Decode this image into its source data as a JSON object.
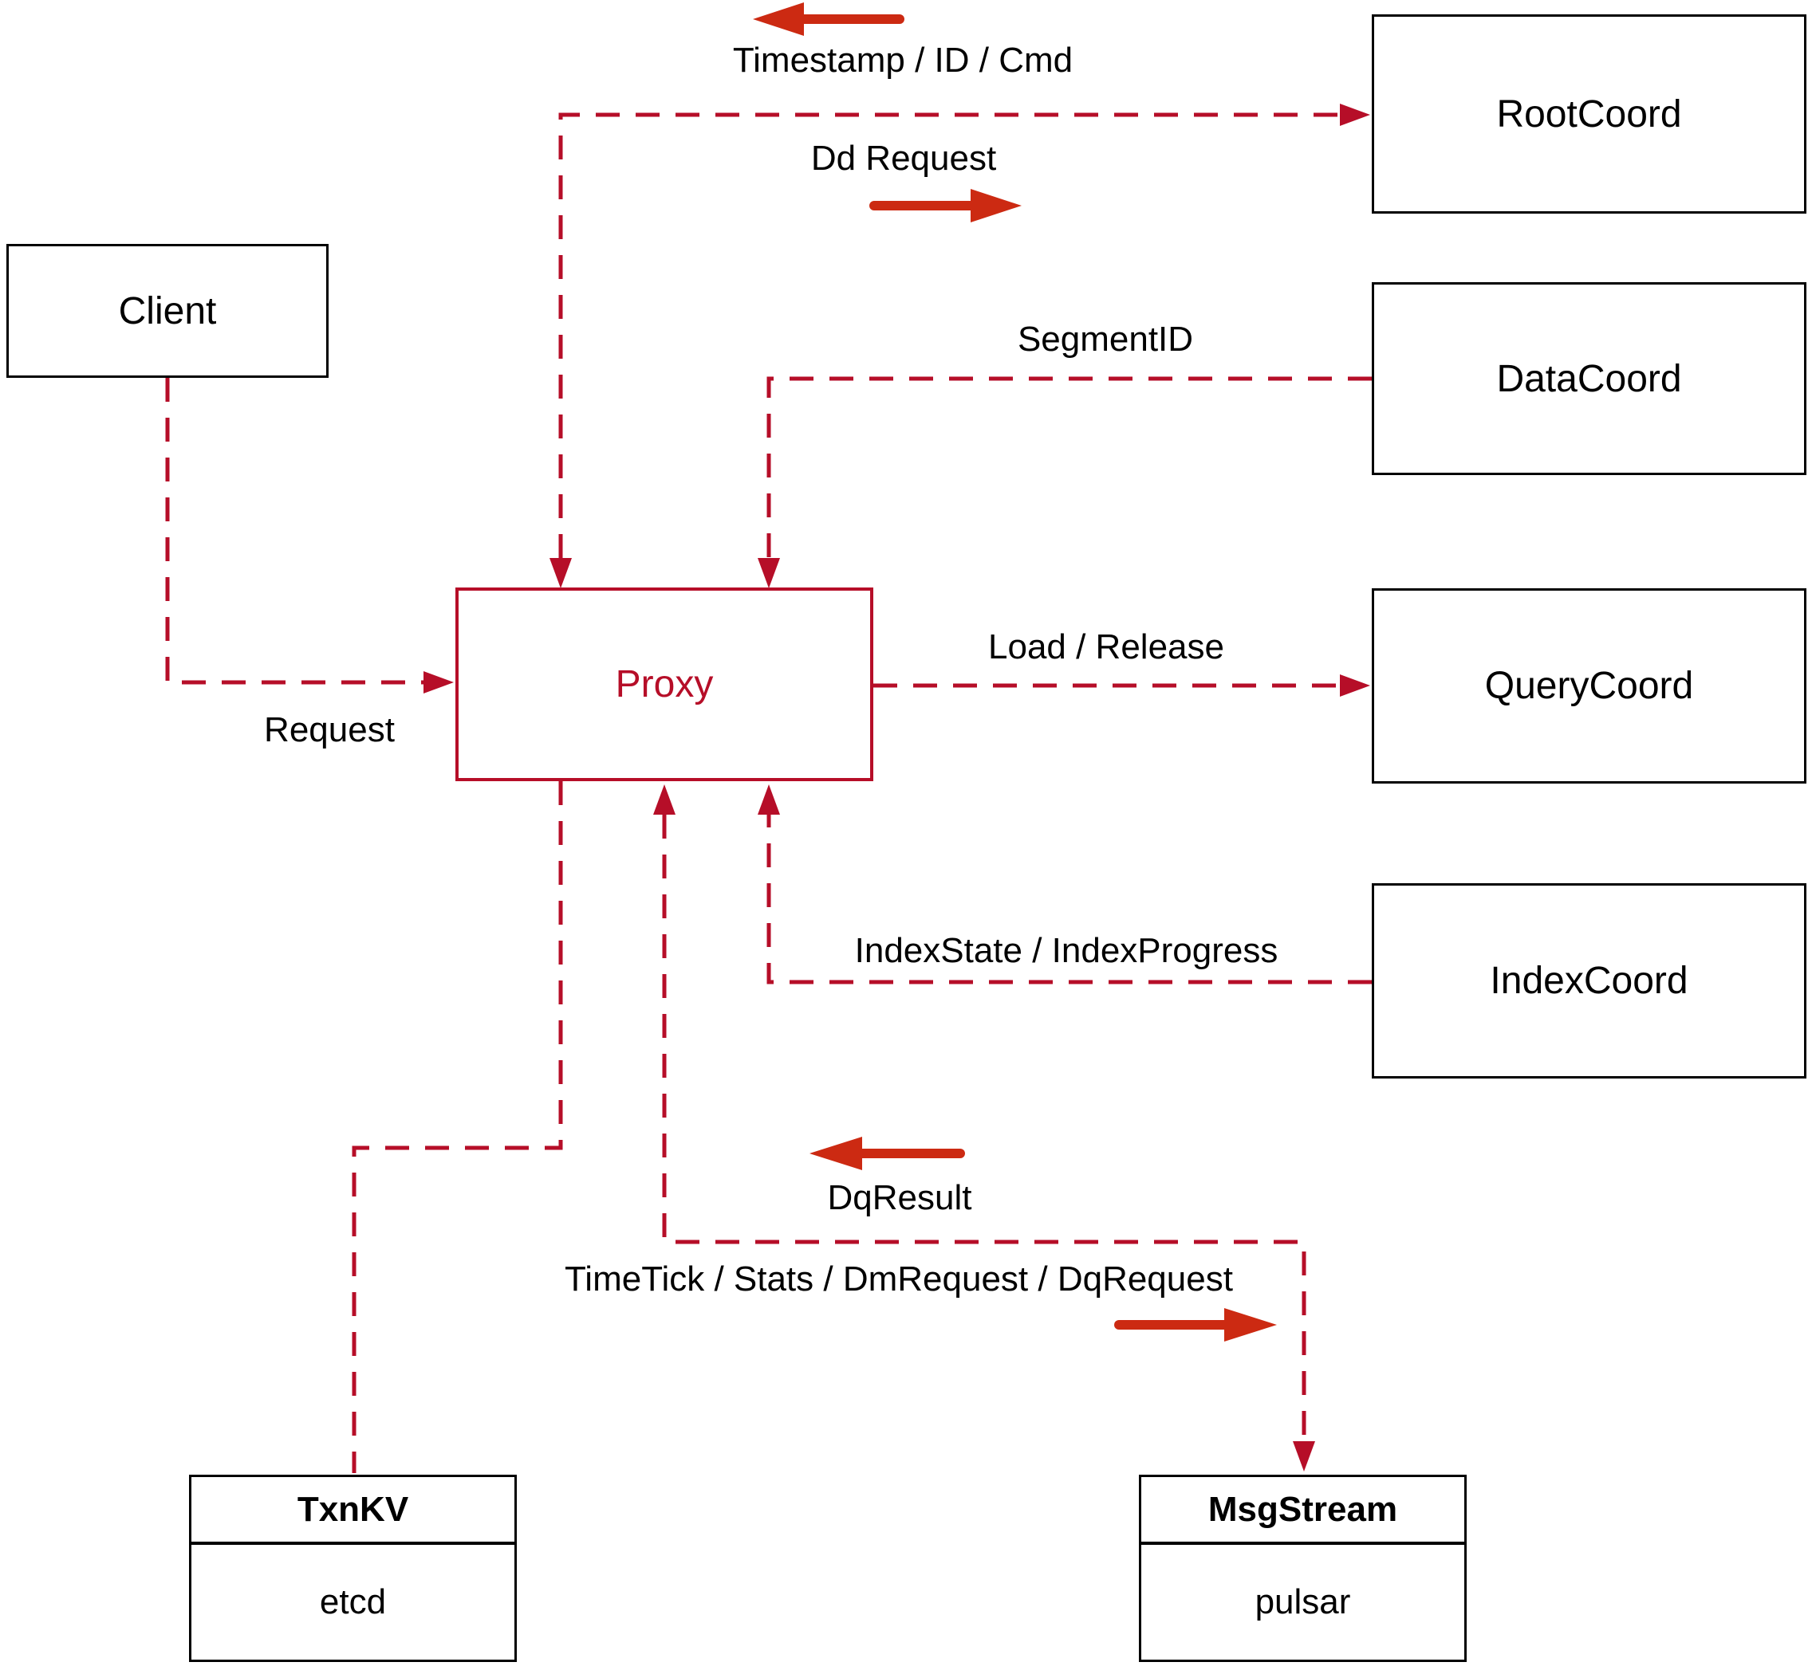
{
  "diagram_type": "architecture-flow-diagram",
  "colors": {
    "background": "#ffffff",
    "node_border": "#000000",
    "node_text": "#000000",
    "proxy_accent": "#b60e28",
    "edge_dashed": "#b60e28",
    "arrow_solid": "#cc2a12"
  },
  "nodes": {
    "client": {
      "label": "Client"
    },
    "proxy": {
      "label": "Proxy"
    },
    "root_coord": {
      "label": "RootCoord"
    },
    "data_coord": {
      "label": "DataCoord"
    },
    "query_coord": {
      "label": "QueryCoord"
    },
    "index_coord": {
      "label": "IndexCoord"
    },
    "txn_kv": {
      "title": "TxnKV",
      "subtitle": "etcd"
    },
    "msg_stream": {
      "title": "MsgStream",
      "subtitle": "pulsar"
    }
  },
  "edges": [
    {
      "id": "client-proxy",
      "from": "Client",
      "to": "Proxy",
      "label": "Request",
      "line": "dashed",
      "arrowheads": "into-proxy"
    },
    {
      "id": "proxy-rootcoord",
      "from": "Proxy",
      "to": "RootCoord",
      "line": "dashed",
      "arrowheads": "both",
      "label_up": "Timestamp / ID / Cmd",
      "label_up_flow_arrow": "left-toward-proxy",
      "label_down": "Dd Request",
      "label_down_flow_arrow": "right-toward-rootcoord"
    },
    {
      "id": "datacoord-proxy",
      "from": "DataCoord",
      "to": "Proxy",
      "label": "SegmentID",
      "line": "dashed",
      "arrowheads": "into-proxy"
    },
    {
      "id": "proxy-querycoord",
      "from": "Proxy",
      "to": "QueryCoord",
      "label": "Load / Release",
      "line": "dashed",
      "arrowheads": "into-querycoord"
    },
    {
      "id": "indexcoord-proxy",
      "from": "IndexCoord",
      "to": "Proxy",
      "label": "IndexState / IndexProgress",
      "line": "dashed",
      "arrowheads": "into-proxy"
    },
    {
      "id": "proxy-txnkv",
      "from": "Proxy",
      "to": "TxnKV",
      "label": "",
      "line": "dashed",
      "arrowheads": "none"
    },
    {
      "id": "proxy-msgstream",
      "from": "Proxy",
      "to": "MsgStream",
      "line": "dashed",
      "arrowheads": "both",
      "label_up": "DqResult",
      "label_up_flow_arrow": "left-toward-proxy",
      "label_down": "TimeTick / Stats / DmRequest / DqRequest",
      "label_down_flow_arrow": "right-toward-msgstream"
    }
  ]
}
